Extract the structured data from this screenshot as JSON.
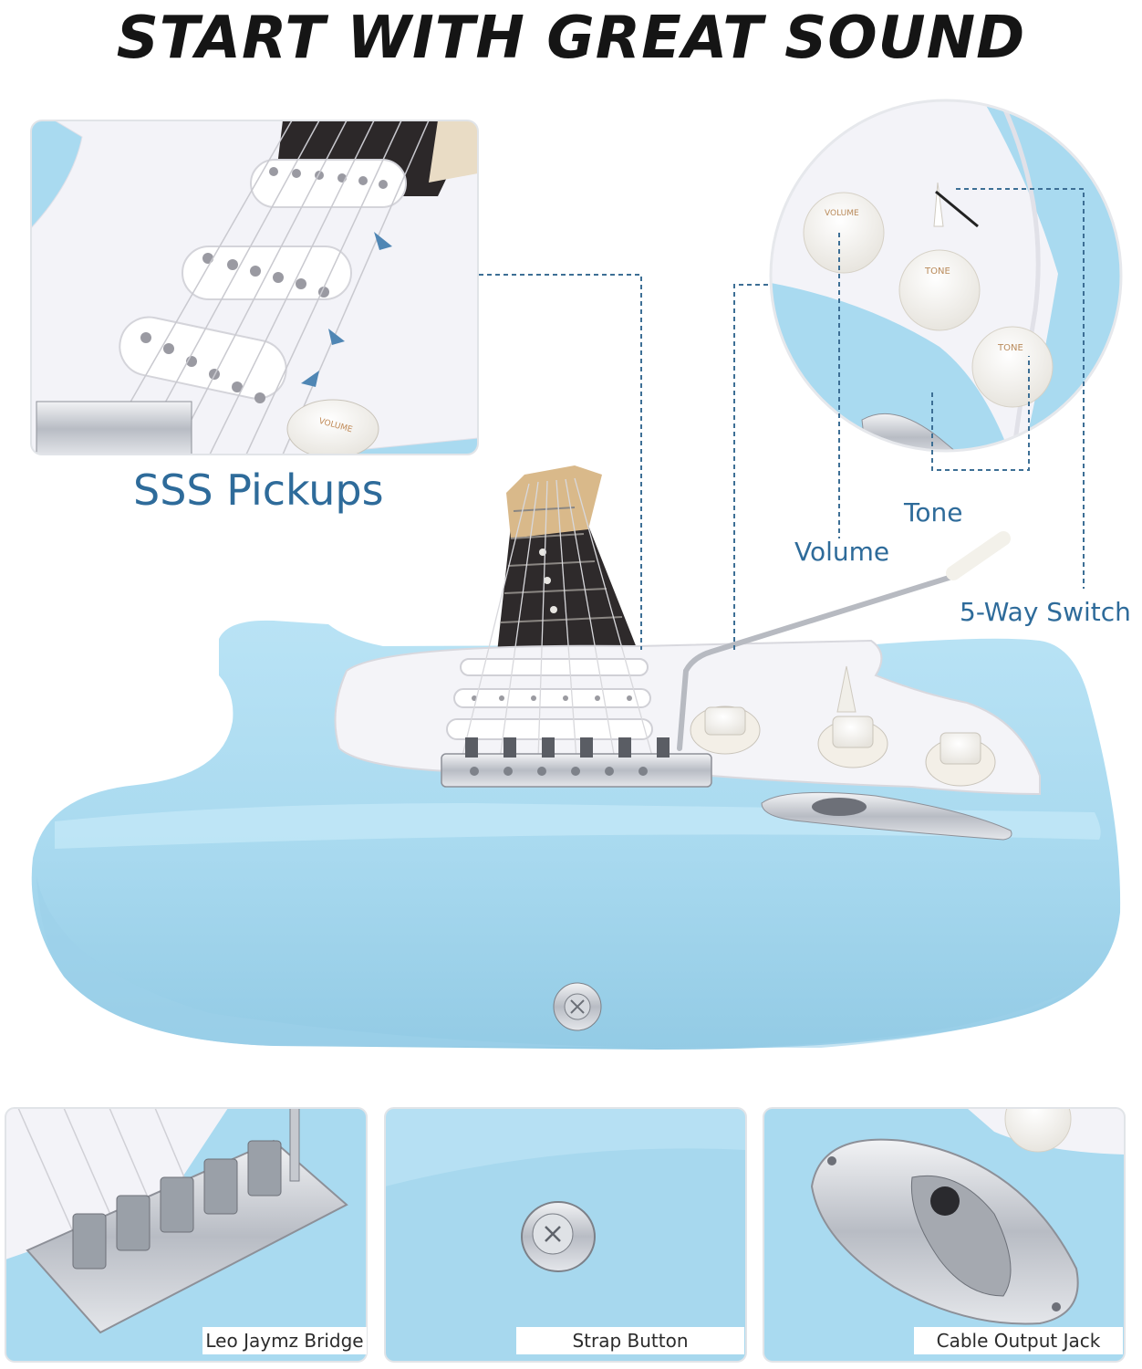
{
  "headline": "START WITH GREAT SOUND",
  "callouts": {
    "pickups": "SSS Pickups",
    "tone": "Tone",
    "volume": "Volume",
    "switch": "5-Way Switch"
  },
  "knob_text": {
    "volume": "VOLUME",
    "tone": "TONE"
  },
  "bottom_panels": [
    {
      "caption": "Leo Jaymz Bridge"
    },
    {
      "caption": "Strap Button"
    },
    {
      "caption": "Cable Output Jack"
    }
  ],
  "colors": {
    "body_blue": "#a9daf0",
    "pickguard": "#f4f4f8",
    "fretboard": "#2e2a2b",
    "chrome": "#c9ccd2",
    "label_blue": "#2e6b9a",
    "headline": "#151515"
  }
}
